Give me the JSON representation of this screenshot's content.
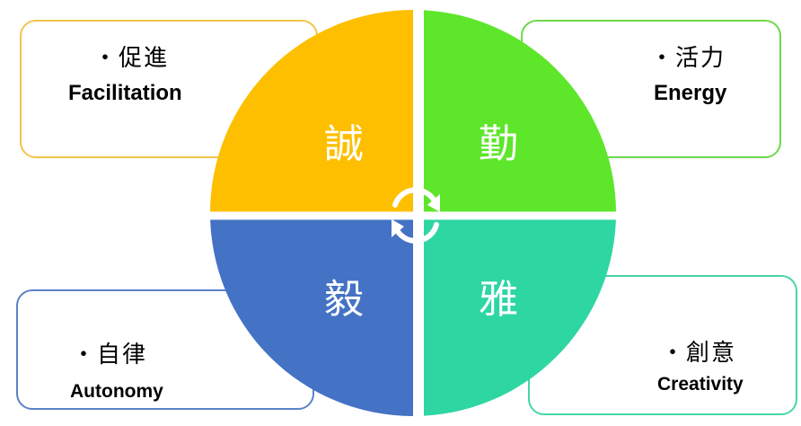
{
  "quadrants": [
    {
      "char": "誠",
      "color": "#FDBF00",
      "label_zh": "・促進",
      "label_en": "Facilitation"
    },
    {
      "char": "勤",
      "color": "#5DE62A",
      "label_zh": "・活力",
      "label_en": "Energy"
    },
    {
      "char": "毅",
      "color": "#4472C4",
      "label_zh": "・自律",
      "label_en": "Autonomy"
    },
    {
      "char": "雅",
      "color": "#2ED6A2",
      "label_zh": "・創意",
      "label_en": "Creativity"
    }
  ],
  "cycle_icon": "circular-arrows-icon"
}
